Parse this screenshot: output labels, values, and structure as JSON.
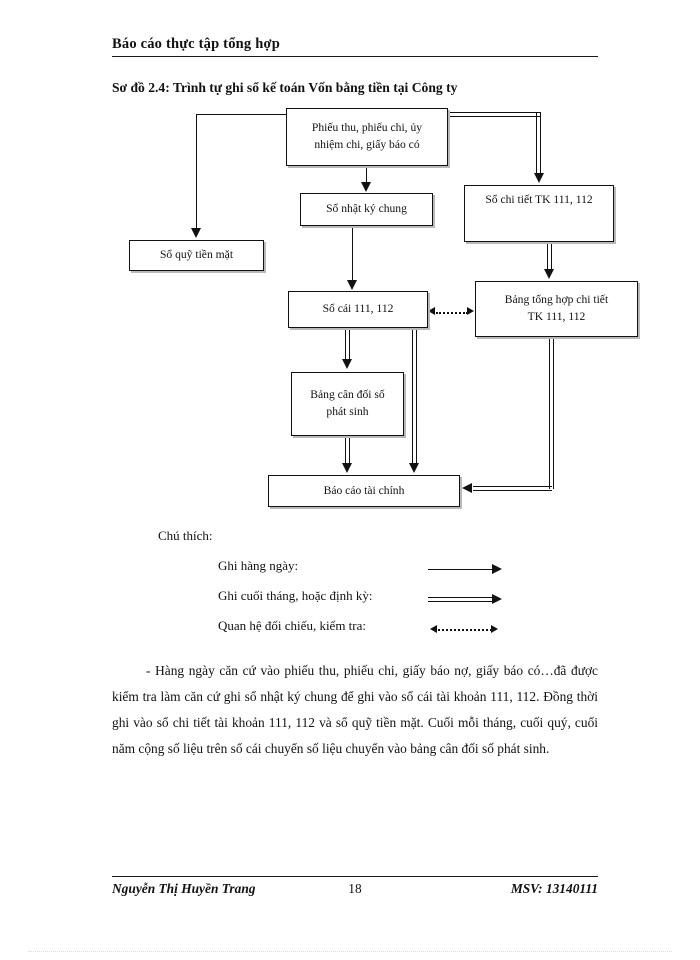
{
  "header": {
    "running_title": "Báo cáo thực tập tổng hợp"
  },
  "figure": {
    "caption": "Sơ đồ 2.4: Trình tự ghi sổ kế toán Vốn bằng tiền tại Công ty",
    "nodes": [
      {
        "id": "source",
        "label": "Phiếu thu, phiếu chi, ủy\nnhiệm chi, giấy báo có"
      },
      {
        "id": "journal",
        "label": "Sổ nhật ký chung"
      },
      {
        "id": "detail_ledger",
        "label": "Sổ chi tiết TK 111, 112"
      },
      {
        "id": "cashbook",
        "label": "Sổ quỹ tiền mặt"
      },
      {
        "id": "general_ledger",
        "label": "Sổ cái 111, 112"
      },
      {
        "id": "summary_table",
        "label": "Bảng tổng hợp chi tiết\nTK 111, 112"
      },
      {
        "id": "trial_balance",
        "label": "Bảng cân đối số\nphát sinh"
      },
      {
        "id": "financial_report",
        "label": "Báo cáo tài chính"
      }
    ]
  },
  "legend": {
    "title": "Chú thích:",
    "items": [
      {
        "label": "Ghi hàng ngày:",
        "symbol": "single-arrow"
      },
      {
        "label": "Ghi cuối tháng, hoặc định kỳ:",
        "symbol": "double-arrow"
      },
      {
        "label": "Quan hệ đối chiếu, kiểm tra:",
        "symbol": "dotted-double-headed-arrow"
      }
    ]
  },
  "body": {
    "paragraph": "- Hàng ngày căn cứ vào phiếu thu, phiếu chi, giấy báo nợ, giấy báo có…đã được kiểm tra làm căn cứ ghi sổ nhật ký chung  để ghi vào sổ cái tài khoản 111, 112. Đồng thời ghi vào sổ chi tiết tài khoản 111, 112 và sổ quỹ tiền mặt. Cuối mỗi tháng, cuối quý, cuối năm cộng số liệu trên sổ cái chuyển số liệu chuyển vào bảng cân đối số phát sinh."
  },
  "footer": {
    "author": "Nguyễn Thị Huyền Trang",
    "page_number": "18",
    "student_id": "MSV: 13140111"
  }
}
